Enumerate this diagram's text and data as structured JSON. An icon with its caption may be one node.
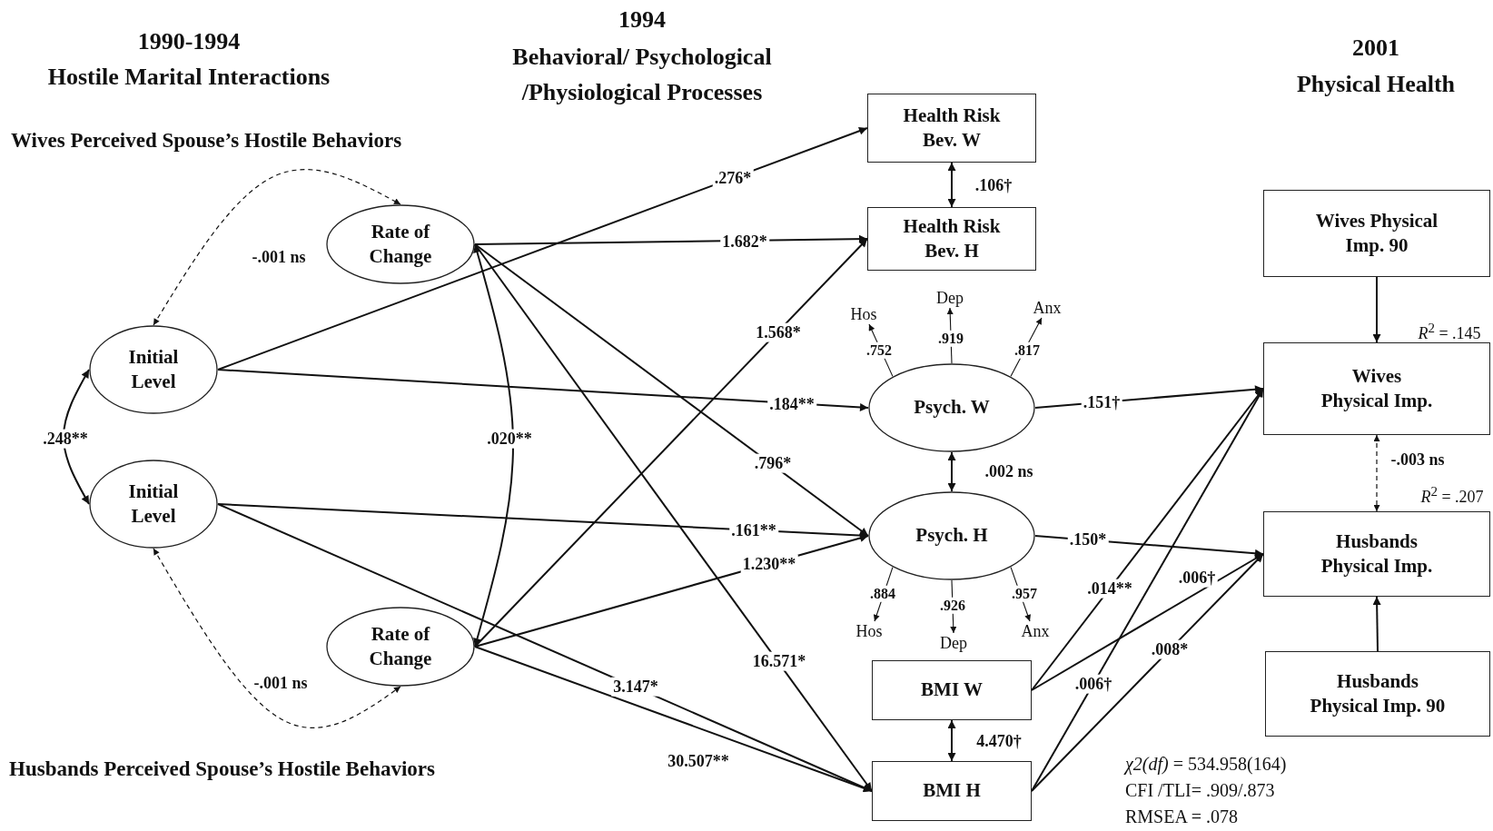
{
  "diagram": {
    "nodes": [
      {
        "text": [
          "Rate of Change"
        ]
      },
      {
        "text": [
          "Initial Level"
        ]
      },
      {
        "text": [
          "Initial Level"
        ]
      },
      {
        "text": [
          "Rate of Change"
        ]
      },
      {
        "text": [
          "Health Risk Bev. W"
        ]
      },
      {
        "text": [
          "Health Risk Bev. H"
        ]
      },
      {
        "text": [
          "Psych. W"
        ]
      },
      {
        "text": [
          "Psych. H"
        ]
      },
      {
        "text": [
          "BMI W"
        ]
      },
      {
        "text": [
          "BMI H"
        ]
      },
      {
        "text": [
          "Wives Physical Imp. 90"
        ]
      },
      {
        "text": [
          "Wives Physical Imp."
        ],
        "beside": [
          "*R*$^{2}$ = .145"
        ]
      },
      {
        "text": [
          "Husbands Physical Imp."
        ],
        "beside": [
          "*R*$^{2}$ = .207"
        ]
      },
      {
        "text": [
          "Husbands Physical Imp. 90"
        ]
      },
      {
        "text": [
          "Hos"
        ]
      },
      {
        "text": [
          "Dep"
        ]
      },
      {
        "text": [
          "Anx"
        ]
      },
      {
        "text": [
          "Hos"
        ]
      },
      {
        "text": [
          "Dep"
        ]
      },
      {
        "text": [
          "Anx"
        ]
      }
    ],
    "edges": [
      {
        "from": 1,
        "to": 0,
        "arrow": "both",
        "label": "-.001 ns",
        "style": "dashed"
      },
      {
        "from": 2,
        "to": 3,
        "arrow": "both",
        "label": "-.001 ns",
        "style": "dashed"
      },
      {
        "from": 1,
        "to": 2,
        "arrow": "both",
        "label": ".248**"
      },
      {
        "from": 0,
        "to": 3,
        "arrow": "both",
        "label": ".020**"
      },
      {
        "from": 1,
        "to": 4,
        "arrow": "to",
        "label": ".276*"
      },
      {
        "from": 0,
        "to": 5,
        "arrow": "to",
        "label": "1.682*"
      },
      {
        "from": 3,
        "to": 5,
        "arrow": "to",
        "label": "1.568*"
      },
      {
        "from": 1,
        "to": 6,
        "arrow": "to",
        "label": ".184**"
      },
      {
        "from": 0,
        "to": 7,
        "arrow": "to",
        "label": ".796*"
      },
      {
        "from": 2,
        "to": 7,
        "arrow": "to",
        "label": ".161**"
      },
      {
        "from": 3,
        "to": 7,
        "arrow": "to",
        "label": "1.230**"
      },
      {
        "from": 0,
        "to": 9,
        "arrow": "to",
        "label": "16.571*"
      },
      {
        "from": 2,
        "to": 9,
        "arrow": "to",
        "label": "3.147*"
      },
      {
        "from": 3,
        "to": 9,
        "arrow": "to",
        "label": "30.507**"
      },
      {
        "from": 4,
        "to": 5,
        "arrow": "both",
        "label": ".106†"
      },
      {
        "from": 6,
        "to": 7,
        "arrow": "both",
        "label": ".002 ns"
      },
      {
        "from": 8,
        "to": 9,
        "arrow": "both",
        "label": "4.470†"
      },
      {
        "from": 6,
        "to": 11,
        "arrow": "to",
        "label": ".151†"
      },
      {
        "from": 7,
        "to": 12,
        "arrow": "to",
        "label": ".150*"
      },
      {
        "from": 8,
        "to": 11,
        "arrow": "to",
        "label": ".014**"
      },
      {
        "from": 8,
        "to": 12,
        "arrow": "to",
        "label": ".006†"
      },
      {
        "from": 9,
        "to": 11,
        "arrow": "to",
        "label": ".006†"
      },
      {
        "from": 9,
        "to": 12,
        "arrow": "to",
        "label": ".008*"
      },
      {
        "from": 10,
        "to": 11,
        "arrow": "to"
      },
      {
        "from": 13,
        "to": 12,
        "arrow": "to"
      },
      {
        "from": 11,
        "to": 12,
        "arrow": "both",
        "label": "-.003 ns",
        "style": "dashed"
      },
      {
        "from": 6,
        "to": 14,
        "arrow": "to",
        "label": ".752"
      },
      {
        "from": 6,
        "to": 15,
        "arrow": "to",
        "label": ".919"
      },
      {
        "from": 6,
        "to": 16,
        "arrow": "to",
        "label": ".817"
      },
      {
        "from": 7,
        "to": 17,
        "arrow": "to",
        "label": ".884"
      },
      {
        "from": 7,
        "to": 18,
        "arrow": "to",
        "label": ".926"
      },
      {
        "from": 7,
        "to": 19,
        "arrow": "to",
        "label": ".957"
      }
    ],
    "labels": [
      "1990-1994",
      "Hostile Marital Interactions",
      "1994",
      "Behavioral/ Psychological /Physiological Processes",
      "2001",
      "Physical Health",
      "Wives Perceived Spouse’s Hostile Behaviors",
      "Husbands Perceived Spouse’s Hostile Behaviors",
      "*χ2(df)* = 534.958(164)",
      "CFI /TLI= .909/.873",
      "RMSEA = .078"
    ]
  }
}
